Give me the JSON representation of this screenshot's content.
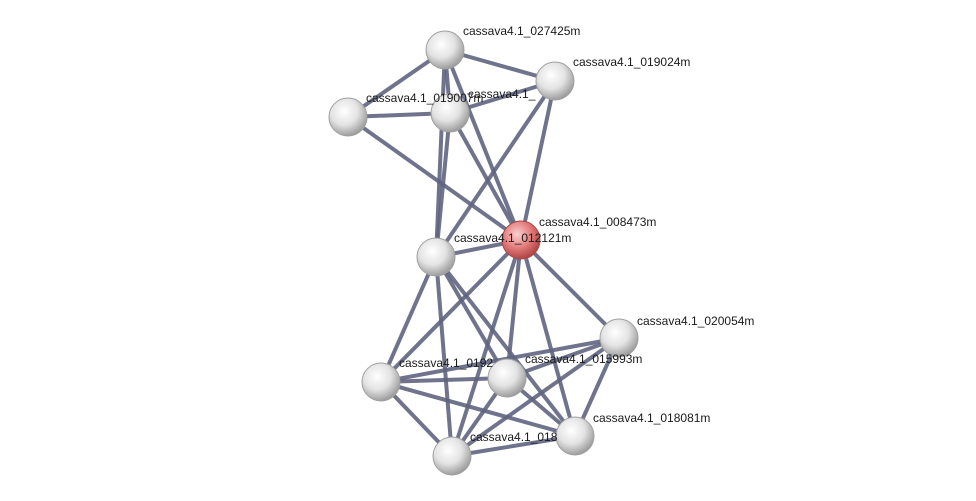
{
  "network": {
    "nodes": [
      {
        "id": "n027425",
        "label": "cassava4.1_027425m",
        "query": false
      },
      {
        "id": "n019024",
        "label": "cassava4.1_019024m",
        "query": false
      },
      {
        "id": "nhidden",
        "label": "cassava4.1_",
        "query": false
      },
      {
        "id": "n019007",
        "label": "cassava4.1_019007m",
        "query": false
      },
      {
        "id": "n012121",
        "label": "cassava4.1_012121m",
        "query": false
      },
      {
        "id": "n008473",
        "label": "cassava4.1_008473m",
        "query": true
      },
      {
        "id": "n020054",
        "label": "cassava4.1_020054m",
        "query": false
      },
      {
        "id": "n0192",
        "label": "cassava4.1_0192",
        "query": false
      },
      {
        "id": "n015993",
        "label": "cassava4.1_015993m",
        "query": false
      },
      {
        "id": "n018081",
        "label": "cassava4.1_018081m",
        "query": false
      },
      {
        "id": "n018",
        "label": "cassava4.1_018",
        "query": false
      }
    ],
    "edges": [
      [
        "n027425",
        "n019024"
      ],
      [
        "n027425",
        "n019007"
      ],
      [
        "n027425",
        "nhidden"
      ],
      [
        "n027425",
        "n008473"
      ],
      [
        "n027425",
        "n012121"
      ],
      [
        "n019024",
        "nhidden"
      ],
      [
        "n019024",
        "n008473"
      ],
      [
        "n019024",
        "n012121"
      ],
      [
        "n019007",
        "nhidden"
      ],
      [
        "n019007",
        "n008473"
      ],
      [
        "nhidden",
        "n012121"
      ],
      [
        "nhidden",
        "n008473"
      ],
      [
        "n012121",
        "n008473"
      ],
      [
        "n012121",
        "n0192"
      ],
      [
        "n012121",
        "n015993"
      ],
      [
        "n012121",
        "n018081"
      ],
      [
        "n012121",
        "n018"
      ],
      [
        "n008473",
        "n020054"
      ],
      [
        "n008473",
        "n0192"
      ],
      [
        "n008473",
        "n015993"
      ],
      [
        "n008473",
        "n018081"
      ],
      [
        "n008473",
        "n018"
      ],
      [
        "n020054",
        "n015993"
      ],
      [
        "n020054",
        "n0192"
      ],
      [
        "n020054",
        "n018"
      ],
      [
        "n020054",
        "n018081"
      ],
      [
        "n0192",
        "n015993"
      ],
      [
        "n0192",
        "n018081"
      ],
      [
        "n0192",
        "n018"
      ],
      [
        "n015993",
        "n018081"
      ],
      [
        "n015993",
        "n018"
      ],
      [
        "n018081",
        "n018"
      ]
    ],
    "colors": {
      "edge": "#5f6480",
      "node_fill": "#e6e6e6",
      "query_node_fill": "#e98080"
    }
  }
}
